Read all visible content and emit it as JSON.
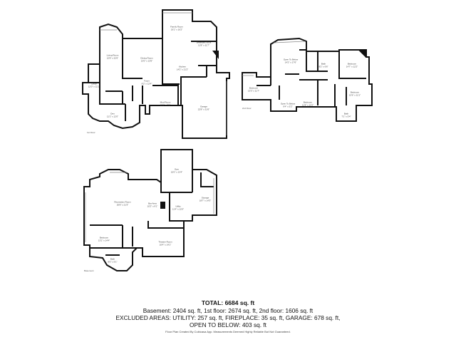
{
  "summary": {
    "total": "TOTAL: 6684 sq. ft",
    "line2": "Basement: 2404 sq. ft, 1st floor: 2674 sq. ft, 2nd floor: 1606 sq. ft",
    "line3": "EXCLUDED AREAS: UTILITY: 257 sq. ft, FIREPLACE: 35 sq. ft, GARAGE: 678 sq. ft,",
    "line4": "OPEN TO BELOW: 403 sq. ft",
    "footer": "Floor Plan Created By Cubicasa App. Measurements Deemed Highly Reliable But Not Guaranteed."
  },
  "floors": {
    "first": "1st Floor",
    "second": "2nd Floor",
    "basement": "Basement"
  },
  "rooms_first": [
    {
      "name": "Living Room",
      "dim": "12'8\" x 22'6\""
    },
    {
      "name": "Dining Room",
      "dim": "13'0\" x 13'6\""
    },
    {
      "name": "Kitchen",
      "dim": "14'2\" x 21'2\""
    },
    {
      "name": "Breakfast Nook",
      "dim": "11'8\" x 11'7\""
    },
    {
      "name": "Family Room",
      "dim": "19'1\" x 16'2\""
    },
    {
      "name": "Office",
      "dim": "12'0\" x 11'1\""
    },
    {
      "name": "Den",
      "dim": "11'1\" x 12'0\""
    },
    {
      "name": "Mud Room",
      "dim": "13'1\" x 7'9\""
    },
    {
      "name": "Garage",
      "dim": "22'8\" x 31'6\""
    },
    {
      "name": "Foyer",
      "dim": "8'2\" x 12'4\""
    }
  ],
  "rooms_second": [
    {
      "name": "Open To Below",
      "dim": "14'2\" x 17'6\""
    },
    {
      "name": "Bedroom",
      "dim": "14'7\" x 12'2\""
    },
    {
      "name": "Bedroom",
      "dim": "13'0\" x 11'7\""
    },
    {
      "name": "Bedroom",
      "dim": "11'8\" x 12'2\""
    },
    {
      "name": "Bedroom",
      "dim": "13'6\" x 11'1\""
    },
    {
      "name": "Open To Below",
      "dim": "9'4\" x 5'2\""
    },
    {
      "name": "Bath",
      "dim": "8'2\" x 6'6\""
    },
    {
      "name": "Bath",
      "dim": "7'1\" x 5'4\""
    }
  ],
  "rooms_basement": [
    {
      "name": "Recreation Room",
      "dim": "26'8\" x 21'3\""
    },
    {
      "name": "Bar Area",
      "dim": "10'2\" x 9'1\""
    },
    {
      "name": "Gym",
      "dim": "15'0\" x 13'4\""
    },
    {
      "name": "Theater Room",
      "dim": "16'4\" x 14'1\""
    },
    {
      "name": "Storage",
      "dim": "18'7\" x 14'3\""
    },
    {
      "name": "Bedroom",
      "dim": "13'1\" x 14'4\""
    },
    {
      "name": "Utility",
      "dim": "11'4\" x 12'0\""
    },
    {
      "name": "Bath",
      "dim": "8'0\" x 6'1\""
    }
  ]
}
